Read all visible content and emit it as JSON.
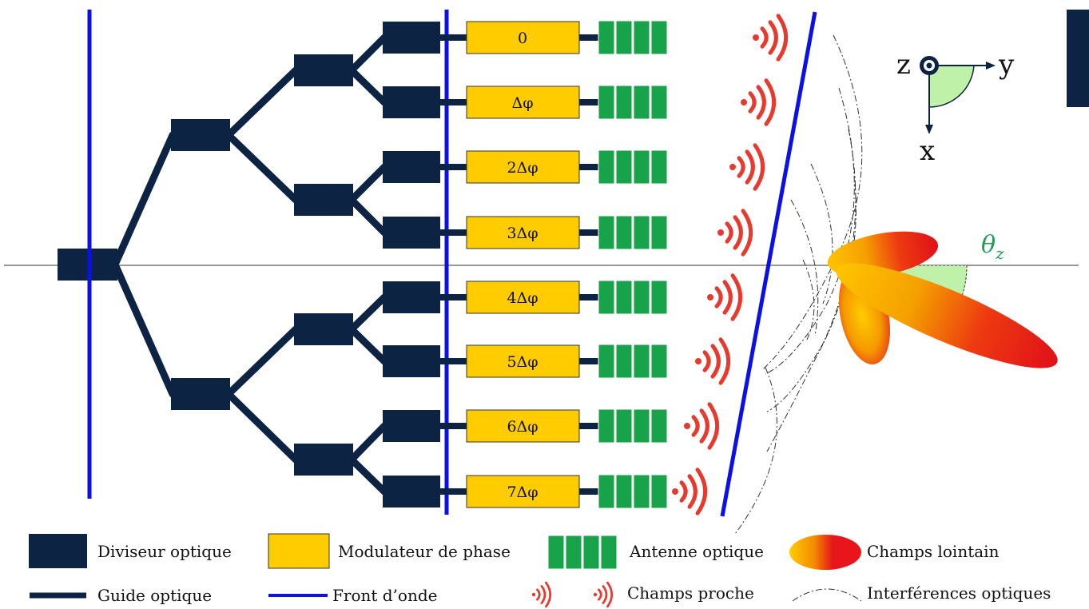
{
  "colors": {
    "splitter": "#0d2344",
    "waveguide": "#0d2344",
    "wavefront": "#0a10e6",
    "modulator_fill": "#ffcc00",
    "antenna_fill": "#18a34a",
    "near_field": "#e63a2e",
    "far_field_outer": "#e8161a",
    "far_field_core": "#ffc400",
    "angle_fill": "#bff2a8",
    "angle_label": "#1ea05a"
  },
  "modulators": [
    "0",
    "Δφ",
    "2Δφ",
    "3Δφ",
    "4Δφ",
    "5Δφ",
    "6Δφ",
    "7Δφ"
  ],
  "axes": {
    "z": "z",
    "y": "y",
    "x": "x"
  },
  "angle": {
    "base": "θ",
    "sub": "z"
  },
  "legend": {
    "splitter": "Diviseur optique",
    "modulator": "Modulateur de phase",
    "antenna": "Antenne optique",
    "far_field": "Champs lointain",
    "waveguide": "Guide optique",
    "wavefront": "Front d’onde",
    "near_field": "Champs proche",
    "interference": "Interférences optiques"
  }
}
